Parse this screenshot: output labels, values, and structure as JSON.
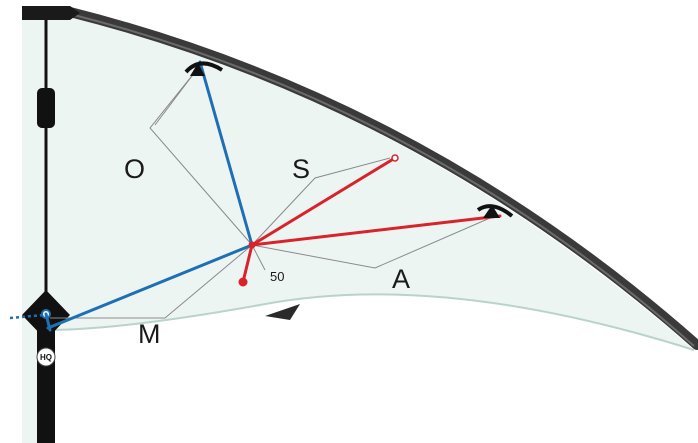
{
  "labels": {
    "O": "O",
    "S": "S",
    "A": "A",
    "M": "M",
    "fifty": "50",
    "hq": "HQ"
  },
  "colors": {
    "sail": "#edf5f3",
    "bridle_thin": "#8a8a8a",
    "blue_line": "#1f6fb5",
    "red_line": "#d9232b",
    "leading_edge": "#3a3a3a",
    "spine": "#111111"
  },
  "icons": {
    "center_marker": "arrowhead-triangle-icon",
    "nose_fitting": "diamond-icon",
    "brand_badge": "hq-logo"
  }
}
